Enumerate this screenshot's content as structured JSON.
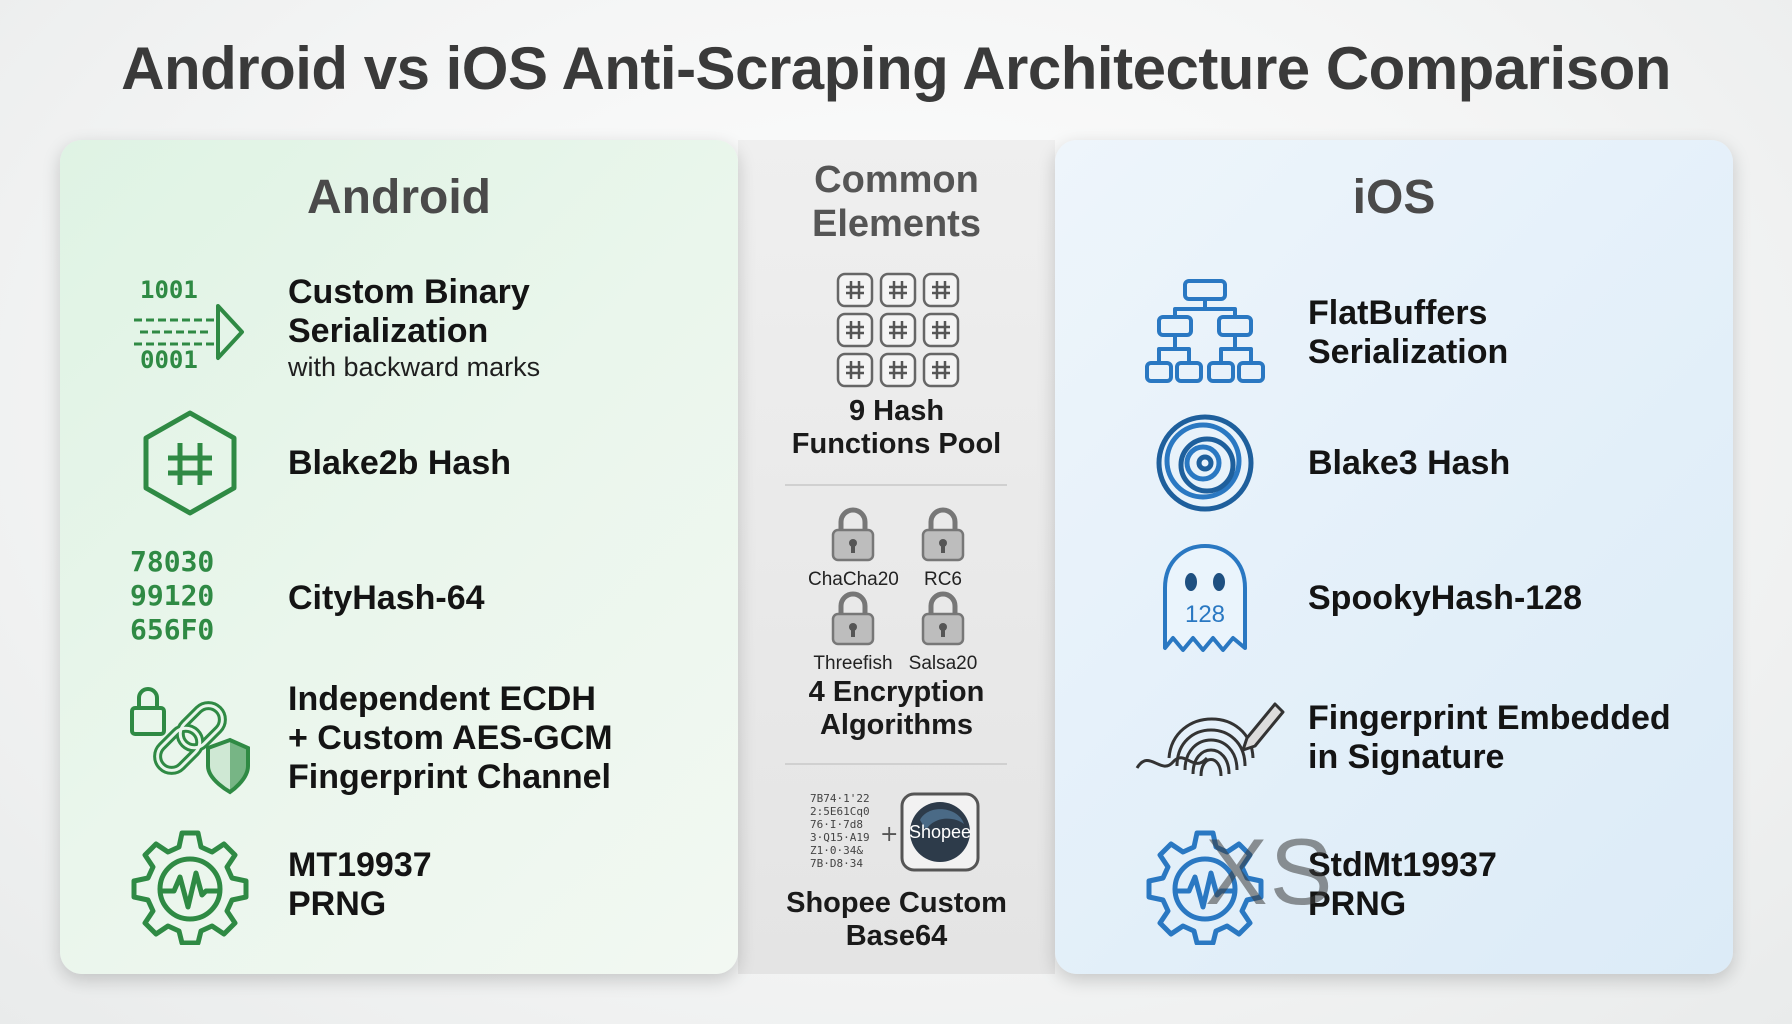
{
  "title": "Android vs iOS Anti-Scraping Architecture Comparison",
  "android": {
    "heading": "Android",
    "items": [
      {
        "main": "Custom Binary\nSerialization",
        "sub": "with backward marks",
        "icon": "binary-arrow-icon",
        "glyphs": [
          "1001",
          "0001"
        ]
      },
      {
        "main": "Blake2b Hash",
        "icon": "hexagon-hash-icon"
      },
      {
        "main": "CityHash-64",
        "icon": "digit-grid-icon",
        "glyphs": [
          "78030",
          "99120",
          "656F0"
        ]
      },
      {
        "main": "Independent ECDH\n+ Custom AES-GCM\nFingerprint Channel",
        "icon": "lock-chain-shield-icon"
      },
      {
        "main": "MT19937\nPRNG",
        "icon": "gear-pulse-icon"
      }
    ]
  },
  "common": {
    "heading": "Common\nElements",
    "hash_label": "9 Hash\nFunctions Pool",
    "locks": [
      "ChaCha20",
      "RC6",
      "Threefish",
      "Salsa20"
    ],
    "encryption_label": "4 Encryption\nAlgorithms",
    "base64_label": "Shopee Custom\nBase64",
    "shopee_logo_text": "Shopee"
  },
  "ios": {
    "heading": "iOS",
    "items": [
      {
        "main": "FlatBuffers\nSerialization",
        "icon": "tree-structure-icon"
      },
      {
        "main": "Blake3 Hash",
        "icon": "spiral-icon"
      },
      {
        "main": "SpookyHash-128",
        "icon": "ghost-icon",
        "glyph": "128"
      },
      {
        "main": "Fingerprint Embedded\nin Signature",
        "icon": "fingerprint-signature-icon"
      },
      {
        "main": "StdMt19937\nPRNG",
        "icon": "gear-pulse-icon"
      }
    ]
  },
  "watermark": "XS",
  "colors": {
    "android_green": "#2f8a44",
    "ios_blue": "#2a78c2",
    "title": "#3a3a3a"
  }
}
